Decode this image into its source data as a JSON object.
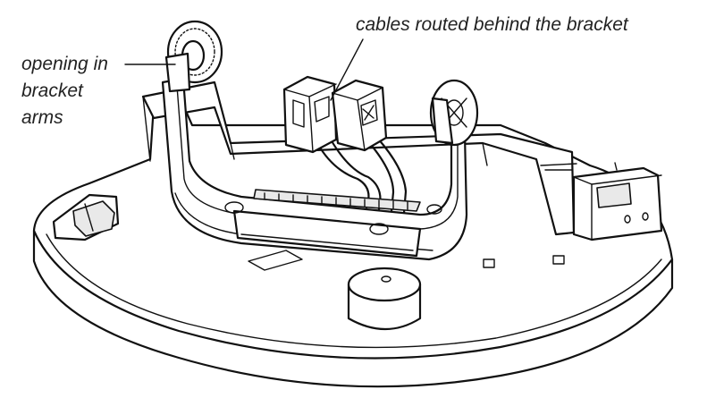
{
  "callouts": {
    "opening": [
      "opening in",
      "bracket",
      "arms"
    ],
    "cables": "cables routed behind the bracket"
  },
  "colors": {
    "stroke": "#111111",
    "background": "#ffffff"
  }
}
